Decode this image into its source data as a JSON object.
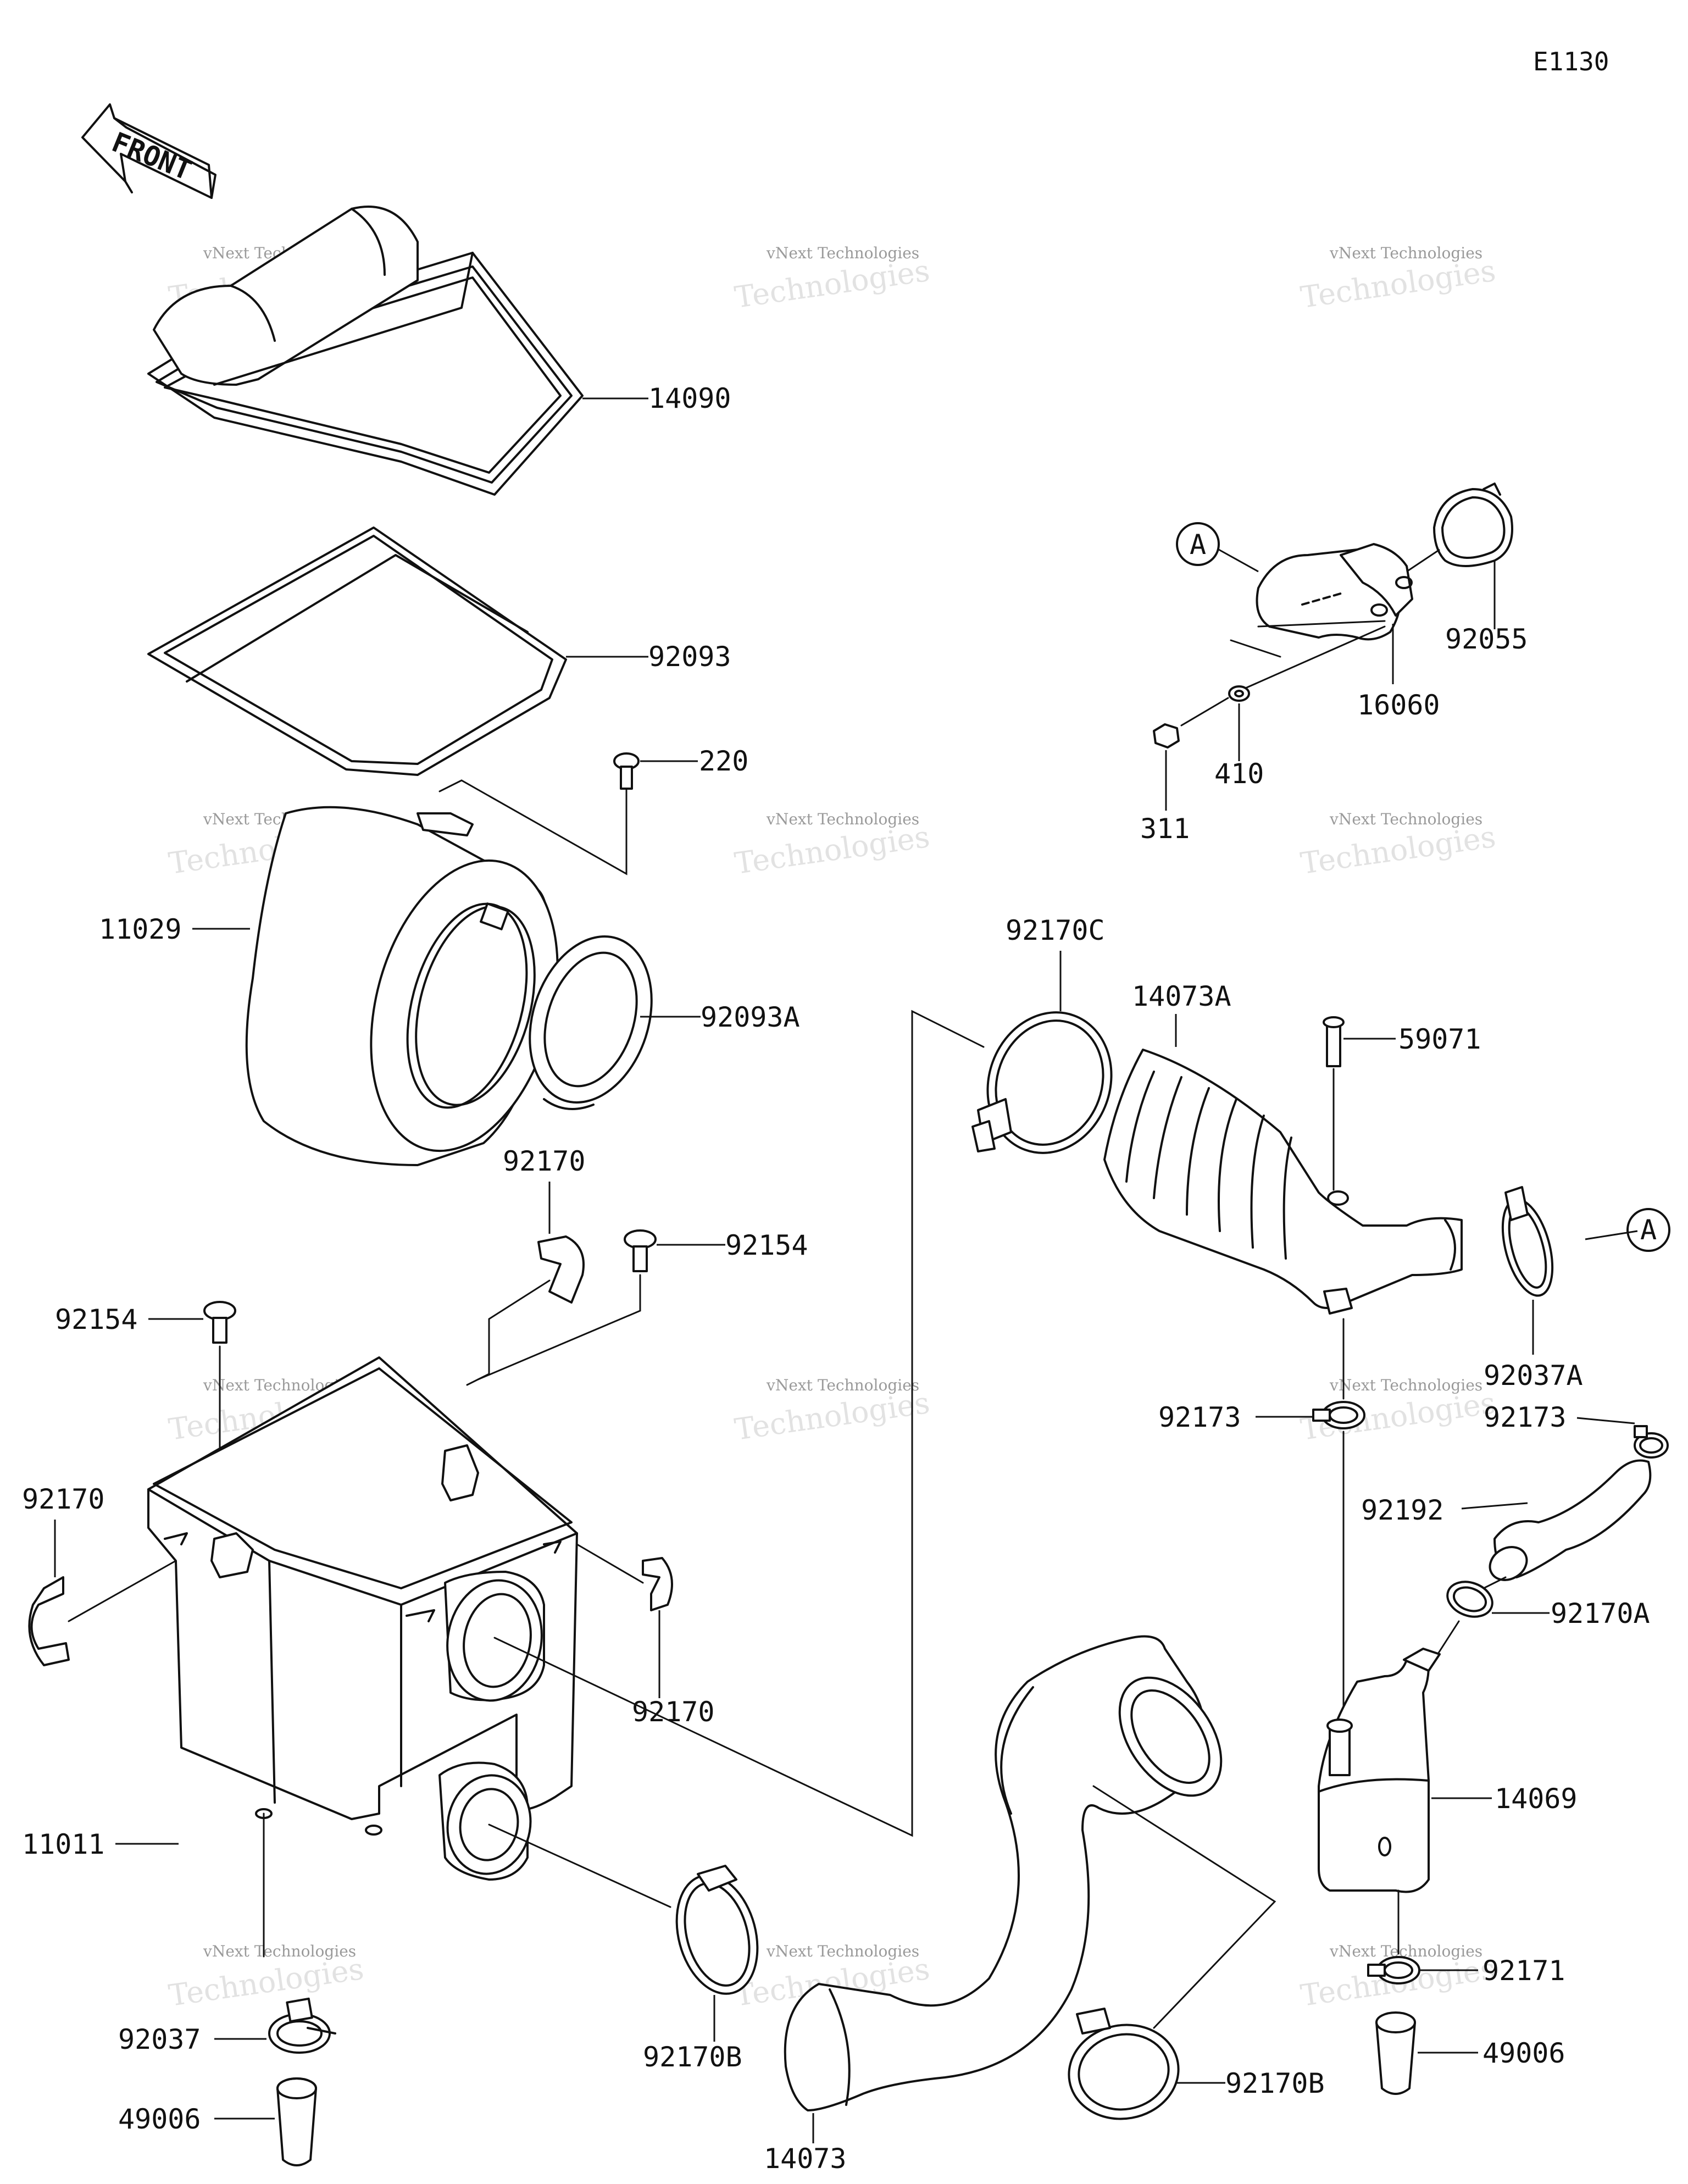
{
  "diagram": {
    "code": "E1130",
    "front_label": "FRONT",
    "reference_marker": "A",
    "watermark": {
      "line1": "vNext Technologies",
      "line2": "Technologies"
    },
    "parts": {
      "p14090": "14090",
      "p92093": "92093",
      "p220": "220",
      "p11029": "11029",
      "p92093A": "92093A",
      "p92170_top": "92170",
      "p92154_right": "92154",
      "p92154_left": "92154",
      "p92170_left": "92170",
      "p92170_right": "92170",
      "p11011": "11011",
      "p92037": "92037",
      "p49006_left": "49006",
      "p92170B_mid": "92170B",
      "p14073": "14073",
      "p92170B_right": "92170B",
      "p92170C": "92170C",
      "p14073A": "14073A",
      "p59071": "59071",
      "p92037A": "92037A",
      "p92173_left": "92173",
      "p92173_right": "92173",
      "p92192": "92192",
      "p92170A": "92170A",
      "p14069": "14069",
      "p92171": "92171",
      "p49006_right": "49006",
      "p92055": "92055",
      "p16060": "16060",
      "p410": "410",
      "p311": "311"
    }
  }
}
